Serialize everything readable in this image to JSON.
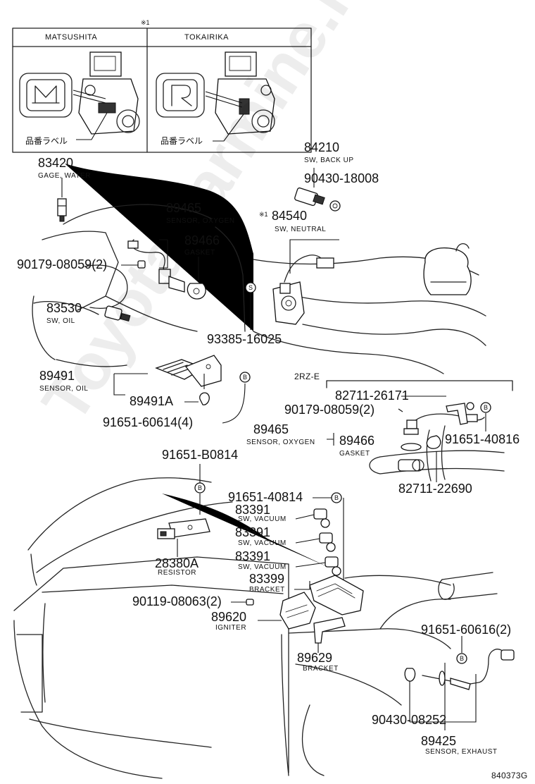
{
  "inset": {
    "mark": "※1",
    "left_header": "MATSUSHITA",
    "right_header": "TOKAIRIKA",
    "left_label": "品番ラベル",
    "right_label": "品番ラベル"
  },
  "ref_mark": "※1",
  "parts": {
    "p84210": {
      "number": "84210",
      "desc": "SW, BACK UP"
    },
    "p90430_18008": {
      "number": "90430-18008"
    },
    "p83420": {
      "number": "83420",
      "desc": "GAGE, WATER"
    },
    "p89465_a": {
      "number": "89465",
      "desc": "SENSOR, OXYGEN"
    },
    "p84540": {
      "number": "84540",
      "desc": "SW, NEUTRAL"
    },
    "p89466_a": {
      "number": "89466",
      "desc": "GASKET"
    },
    "p90179_a": {
      "number": "90179-08059(2)"
    },
    "p83530": {
      "number": "83530",
      "desc": "SW, OIL"
    },
    "p93385": {
      "number": "93385-16025"
    },
    "p89491": {
      "number": "89491",
      "desc": "SENSOR, OIL"
    },
    "p89491a": {
      "number": "89491A"
    },
    "p91651_60614": {
      "number": "91651-60614(4)"
    },
    "engine_code": "2RZ-E",
    "p82711_26171": {
      "number": "82711-26171"
    },
    "p90179_b": {
      "number": "90179-08059(2)"
    },
    "p89465_b": {
      "number": "89465",
      "desc": "SENSOR, OXYGEN"
    },
    "p89466_b": {
      "number": "89466",
      "desc": "GASKET"
    },
    "p91651_40816": {
      "number": "91651-40816"
    },
    "p82711_22690": {
      "number": "82711-22690"
    },
    "p91651_b0814": {
      "number": "91651-B0814"
    },
    "p91651_40814": {
      "number": "91651-40814"
    },
    "p83391_a": {
      "number": "83391",
      "desc": "SW, VACUUM"
    },
    "p83391_b": {
      "number": "83391",
      "desc": "SW, VACUUM"
    },
    "p83391_c": {
      "number": "83391",
      "desc": "SW, VACUUM"
    },
    "p28380a": {
      "number": "28380A",
      "desc": "RESISTOR"
    },
    "p83399": {
      "number": "83399",
      "desc": "BRACKET"
    },
    "p90119": {
      "number": "90119-08063(2)"
    },
    "p89620": {
      "number": "89620",
      "desc": "IGNITER"
    },
    "p89629": {
      "number": "89629",
      "desc": "BRACKET"
    },
    "p91651_60616": {
      "number": "91651-60616(2)"
    },
    "p90430_08252": {
      "number": "90430-08252"
    },
    "p89425": {
      "number": "89425",
      "desc": "SENSOR, EXHAUST"
    }
  },
  "markers": {
    "s": "S",
    "b": "B"
  },
  "watermark": "ToyotaCarmine.ru",
  "diagram_code": "840373G"
}
